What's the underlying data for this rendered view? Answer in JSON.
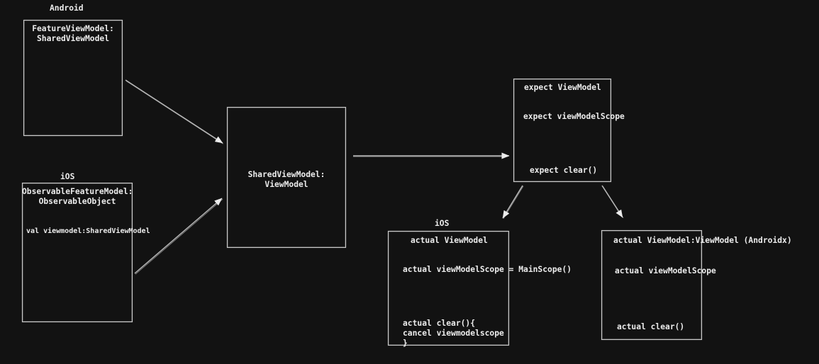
{
  "canvas": {
    "background": "#121212",
    "box_border": "#c9c9c9",
    "text": "#ececec",
    "arrow": "#b9b9b9",
    "arrowhead": "#ececec"
  },
  "labels": {
    "android": "Android",
    "ios_left": "iOS",
    "ios_bottom": "iOS"
  },
  "boxes": {
    "feature_viewmodel": {
      "line1": "FeatureViewModel:",
      "line2": "SharedViewModel"
    },
    "observable_feature_model": {
      "line1": "ObservableFeatureModel:",
      "line2": "ObservableObject",
      "line3": "val viewmodel:SharedViewModel"
    },
    "shared_viewmodel": {
      "line1": "SharedViewModel:",
      "line2": "ViewModel"
    },
    "expect_viewmodel": {
      "line1": "expect ViewModel",
      "line2": "expect viewModelScope",
      "line3": "expect clear()"
    },
    "actual_ios": {
      "line1": "actual ViewModel",
      "line2": "actual viewModelScope = MainScope()",
      "line3": "actual clear(){",
      "line4": "cancel viewmodelscope",
      "line5": "}"
    },
    "actual_androidx": {
      "line1": "actual ViewModel:ViewModel (Androidx)",
      "line2": "actual viewModelScope",
      "line3": "actual clear()"
    }
  },
  "edges": [
    {
      "from": "feature_viewmodel",
      "to": "shared_viewmodel"
    },
    {
      "from": "observable_feature_model",
      "to": "shared_viewmodel"
    },
    {
      "from": "shared_viewmodel",
      "to": "expect_viewmodel"
    },
    {
      "from": "expect_viewmodel",
      "to": "actual_ios"
    },
    {
      "from": "expect_viewmodel",
      "to": "actual_androidx"
    }
  ]
}
